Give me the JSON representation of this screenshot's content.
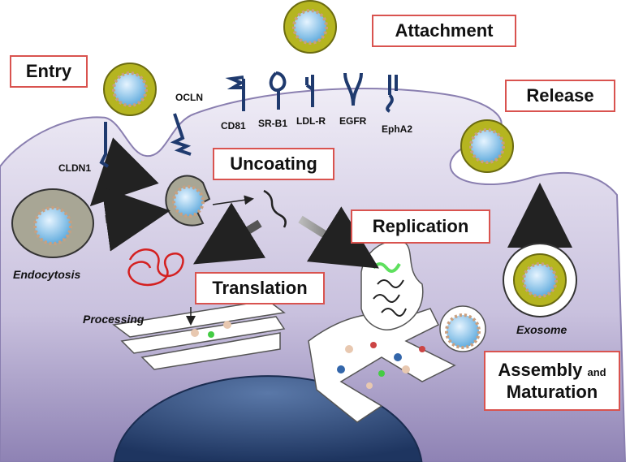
{
  "stages": {
    "attachment": "Attachment",
    "entry": "Entry",
    "release": "Release",
    "uncoating": "Uncoating",
    "replication": "Replication",
    "translation": "Translation",
    "assembly": "Assembly",
    "and": "and",
    "maturation": "Maturation"
  },
  "receptors": {
    "ocln": "OCLN",
    "cldn1": "CLDN1",
    "cd81": "CD81",
    "srb1": "SR-B1",
    "ldlr": "LDL-R",
    "egfr": "EGFR",
    "epha2": "EphA2"
  },
  "processes": {
    "endocytosis": "Endocytosis",
    "processing": "Processing",
    "exosome": "Exosome"
  },
  "colors": {
    "cell": "#b7aed2",
    "nucleus": "#2f4a78",
    "box_border": "#d9534f",
    "virus_envelope": "#b5b520",
    "receptor": "#1f3a6e",
    "rna": "#d42020"
  }
}
